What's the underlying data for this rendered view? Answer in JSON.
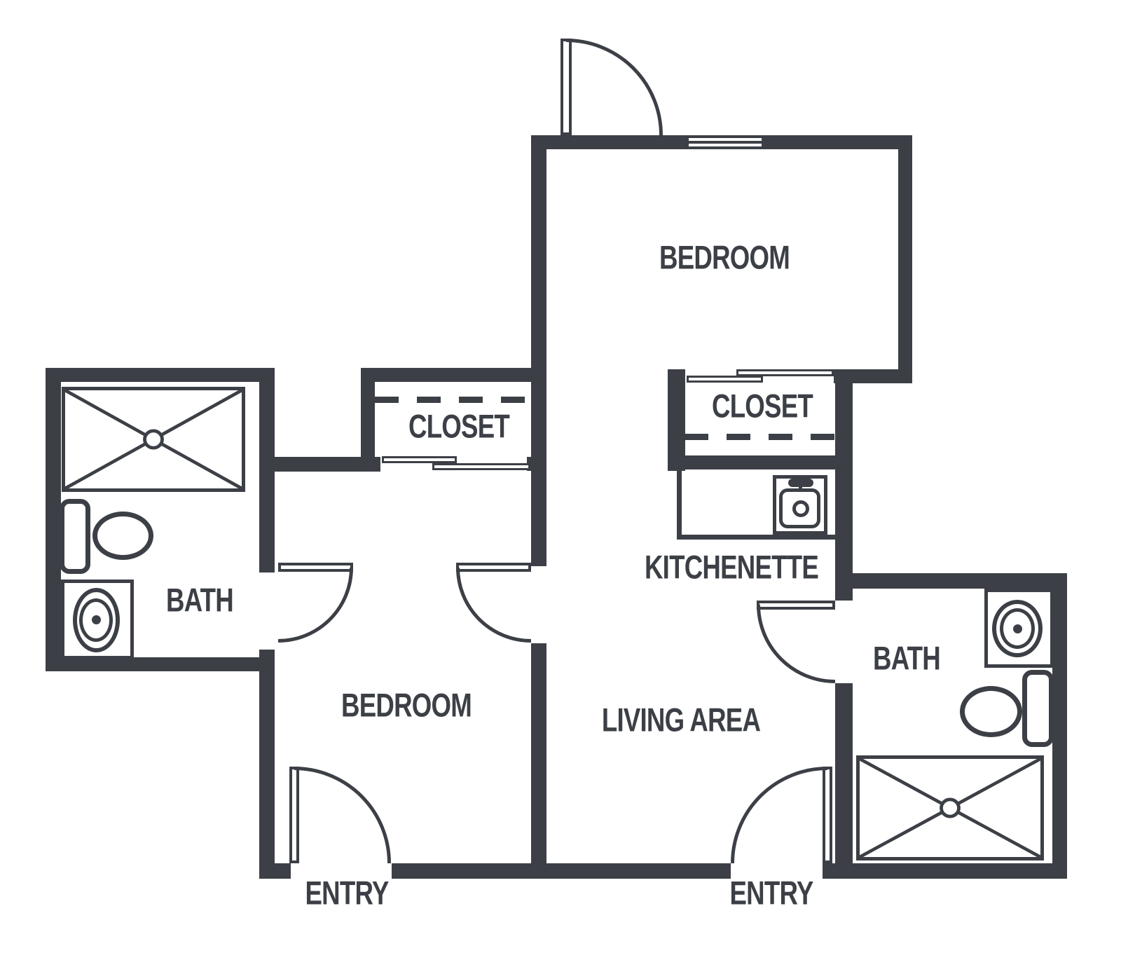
{
  "colors": {
    "ink": "#3c4046",
    "background": "#ffffff"
  },
  "rooms": {
    "bedroom_top": {
      "label": "BEDROOM"
    },
    "bedroom_lower": {
      "label": "BEDROOM"
    },
    "closet_upper": {
      "label": "CLOSET"
    },
    "closet_lower": {
      "label": "CLOSET"
    },
    "bath_left": {
      "label": "BATH"
    },
    "bath_right": {
      "label": "BATH"
    },
    "kitchenette": {
      "label": "KITCHENETTE"
    },
    "living_area": {
      "label": "LIVING AREA"
    },
    "entry_left": {
      "label": "ENTRY"
    },
    "entry_right": {
      "label": "ENTRY"
    }
  },
  "icons": {
    "shower": "box-with-x-and-drain",
    "toilet": "tank-and-oval-bowl",
    "bath_sink": "square-counter-with-oval-basin",
    "kitchen_sink": "basin-with-faucet",
    "swing_door": "quarter-arc-door",
    "sliding_door": "bypass-panels",
    "window": "triple-line-window",
    "closet_rod": "dashed-line"
  }
}
